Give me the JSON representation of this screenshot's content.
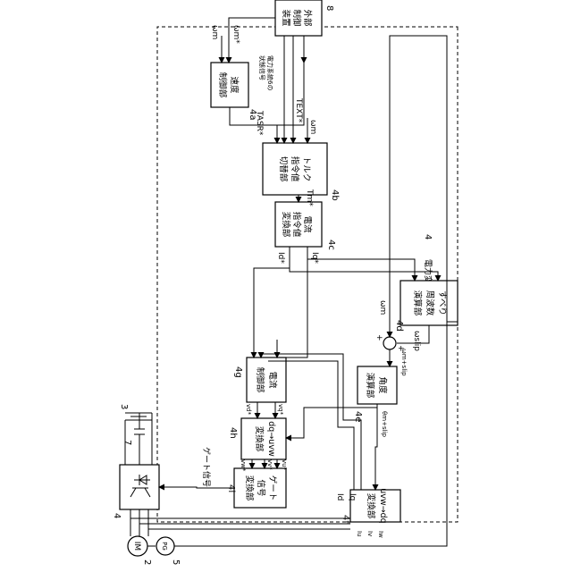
{
  "device_label": "電力変換装置",
  "refs": {
    "r2": "2",
    "r3": "3",
    "r4": "4",
    "r4_main": "4",
    "r5": "5",
    "r7": "7",
    "r8": "8",
    "r4a": "4a",
    "r4b": "4b",
    "r4c": "4c",
    "r4d": "4d",
    "r4e": "4e",
    "r4f": "4f",
    "r4g": "4g",
    "r4h": "4h",
    "r4i": "4i"
  },
  "blocks": {
    "motor": "IM",
    "pg": "PG",
    "ext_ctrl": [
      "外部",
      "制御",
      "装置"
    ],
    "speed_ctrl": [
      "速度",
      "制御部"
    ],
    "torque_switch": [
      "トルク",
      "指令値",
      "切替部"
    ],
    "current_cmd": [
      "電流",
      "指令値",
      "変換部"
    ],
    "slip": [
      "すべり",
      "周波数",
      "演算部"
    ],
    "angle": [
      "角度",
      "演算部"
    ],
    "uvw_dq": [
      "uvw→dq",
      "変換部"
    ],
    "current_ctrl": [
      "電流",
      "制御部"
    ],
    "dq_uvw": [
      "dq→uvw",
      "変換部"
    ],
    "gate": [
      "ゲート",
      "信号",
      "変換部"
    ]
  },
  "signals": {
    "wm_star": "ωm*",
    "wm": "ωm",
    "t_asr": "TASR*",
    "t_ext": "TEXT*",
    "tm_star": "Tm*",
    "iq_star": "Iq*",
    "id_star": "Id*",
    "w_slip": "ωslip",
    "w_m_slip": "ωm+slip",
    "theta": "θm+slip",
    "iu": "Iu",
    "iv": "Iv",
    "iw": "Iw",
    "iq": "Iq",
    "id": "Id",
    "vq_star": "vq*",
    "vd_star": "vd*",
    "vu_star": "vu*",
    "vv_star": "vv*",
    "vw_star": "vw*",
    "gate_signal": "ゲート信号",
    "grid_state": [
      "電力系統6の",
      "状態信号"
    ],
    "plus": "+",
    "plus2": "+"
  }
}
